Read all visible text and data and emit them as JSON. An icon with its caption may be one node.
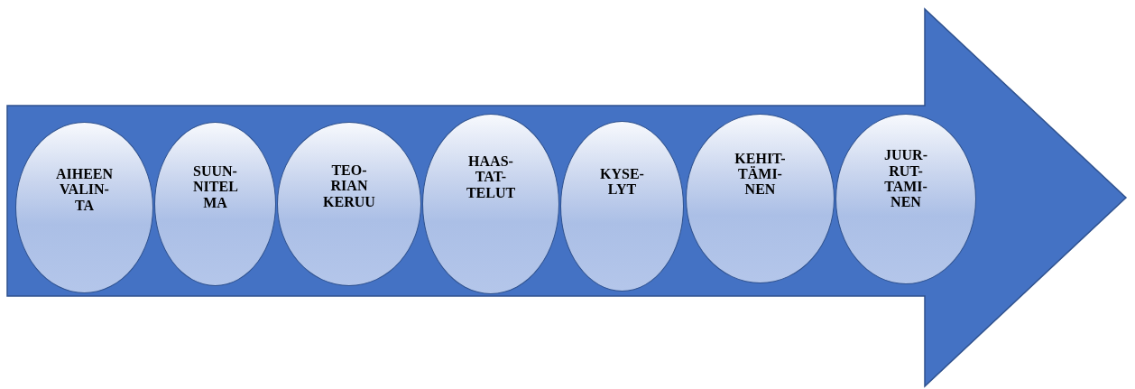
{
  "diagram": {
    "nodes": [
      {
        "text": [],
        "shape": "arrow"
      },
      {
        "text": [
          "AIHEEN VALIN- TA"
        ],
        "in": 0
      },
      {
        "text": [
          "SUUN- NITEL MA"
        ],
        "in": 0
      },
      {
        "text": [
          "TEO- RIAN KERUU"
        ],
        "in": 0
      },
      {
        "text": [
          "HAAS- TAT- TELUT"
        ],
        "in": 0
      },
      {
        "text": [
          "KYSE- LYT"
        ],
        "in": 0
      },
      {
        "text": [
          "KEHIT- TÄMI- NEN"
        ],
        "in": 0
      },
      {
        "text": [
          "JUUR- RUT- TAMI- NEN"
        ],
        "in": 0
      }
    ]
  }
}
